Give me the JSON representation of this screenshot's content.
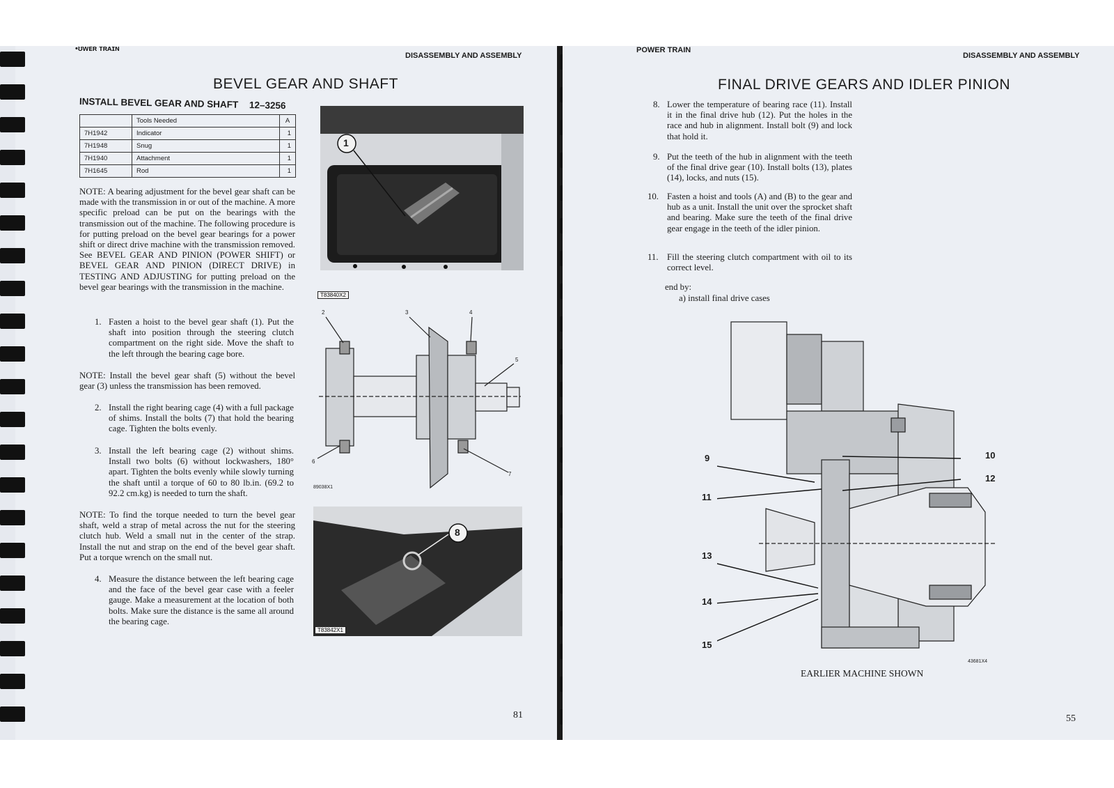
{
  "left_page": {
    "running_head_left": "•ʊwᴇʀ ᴛʀᴀɪɴ",
    "running_head_right": "DISASSEMBLY AND ASSEMBLY",
    "title": "BEVEL GEAR AND SHAFT",
    "subtitle": "INSTALL BEVEL GEAR AND SHAFT",
    "subtitle_code": "12–3256",
    "tools_table": {
      "header_label": "Tools Needed",
      "header_col": "A",
      "rows": [
        {
          "part": "7H1942",
          "name": "Indicator",
          "qty": "1"
        },
        {
          "part": "7H1948",
          "name": "Snug",
          "qty": "1"
        },
        {
          "part": "7H1940",
          "name": "Attachment",
          "qty": "1"
        },
        {
          "part": "7H1645",
          "name": "Rod",
          "qty": "1"
        }
      ]
    },
    "note1": "NOTE: A bearing adjustment for the bevel gear shaft can be made with the transmission in or out of the machine. A more specific preload can be put on the bearings with the transmission out of the machine. The following procedure is for putting preload on the bevel gear bearings for a power shift or direct drive machine with the transmission removed. See BEVEL GEAR AND PINION (POWER SHIFT) or BEVEL GEAR AND PINION (DIRECT DRIVE) in TESTING AND ADJUSTING for putting preload on the bevel gear bearings with the transmission in the machine.",
    "step1_num": "1.",
    "step1": "Fasten a hoist to the bevel gear shaft (1). Put the shaft into position through the steering clutch compartment on the right side. Move the shaft to the left through the bearing cage bore.",
    "note2": "NOTE: Install the bevel gear shaft (5) without the bevel gear (3) unless the transmission has been removed.",
    "step2_num": "2.",
    "step2": "Install the right bearing cage (4) with a full package of shims. Install the bolts (7) that hold the bearing cage. Tighten the bolts evenly.",
    "step3_num": "3.",
    "step3": "Install the left bearing cage (2) without shims. Install two bolts (6) without lockwashers, 180° apart. Tighten the bolts evenly while slowly turning the shaft until a torque of 60 to 80 lb.in. (69.2 to 92.2 cm.kg) is needed to turn the shaft.",
    "note3": "NOTE: To find the torque needed to turn the bevel gear shaft, weld a strap of metal across the nut for the steering clutch hub. Weld a small nut in the center of the strap. Install the nut and strap on the end of the bevel gear shaft. Put a torque wrench on the small nut.",
    "step4_num": "4.",
    "step4": "Measure the distance between the left bearing cage and the face of the bevel gear case with a feeler gauge. Make a measurement at the location of both bolts. Make sure the distance is the same all around the bearing cage.",
    "photo1_callout": "1",
    "photo1_caption": "T83840X2",
    "diagram_callouts": [
      "2",
      "3",
      "4",
      "5",
      "6",
      "7"
    ],
    "diagram_code": "89038X1",
    "photo2_callout": "8",
    "photo2_caption": "T83842X1",
    "page_number": "81"
  },
  "right_page": {
    "running_head_left": "POWER TRAIN",
    "running_head_right": "DISASSEMBLY AND ASSEMBLY",
    "title": "FINAL DRIVE GEARS AND IDLER PINION",
    "step8_num": "8.",
    "step8": "Lower the temperature of bearing race (11). Install it in the final drive hub (12). Put the holes in the race and hub in alignment. Install bolt (9) and lock that hold it.",
    "step9_num": "9.",
    "step9": "Put the teeth of the hub in alignment with the teeth of the final drive gear (10). Install bolts (13), plates (14), locks, and nuts (15).",
    "step10_num": "10.",
    "step10": "Fasten a hoist and tools (A) and (B) to the gear and hub as a unit. Install the unit over the sprocket shaft and bearing. Make sure the teeth of the final drive gear engage in the teeth of the idler pinion.",
    "step11_num": "11.",
    "step11": "Fill the steering clutch compartment with oil to its correct level.",
    "end_by": "end by:",
    "end_by_item": "a)  install final drive cases",
    "callouts_left": [
      "9",
      "11",
      "13",
      "14",
      "15"
    ],
    "callouts_right": [
      "10",
      "12"
    ],
    "diagram_code": "43681X4",
    "diagram_caption": "EARLIER MACHINE SHOWN",
    "page_number": "55"
  }
}
